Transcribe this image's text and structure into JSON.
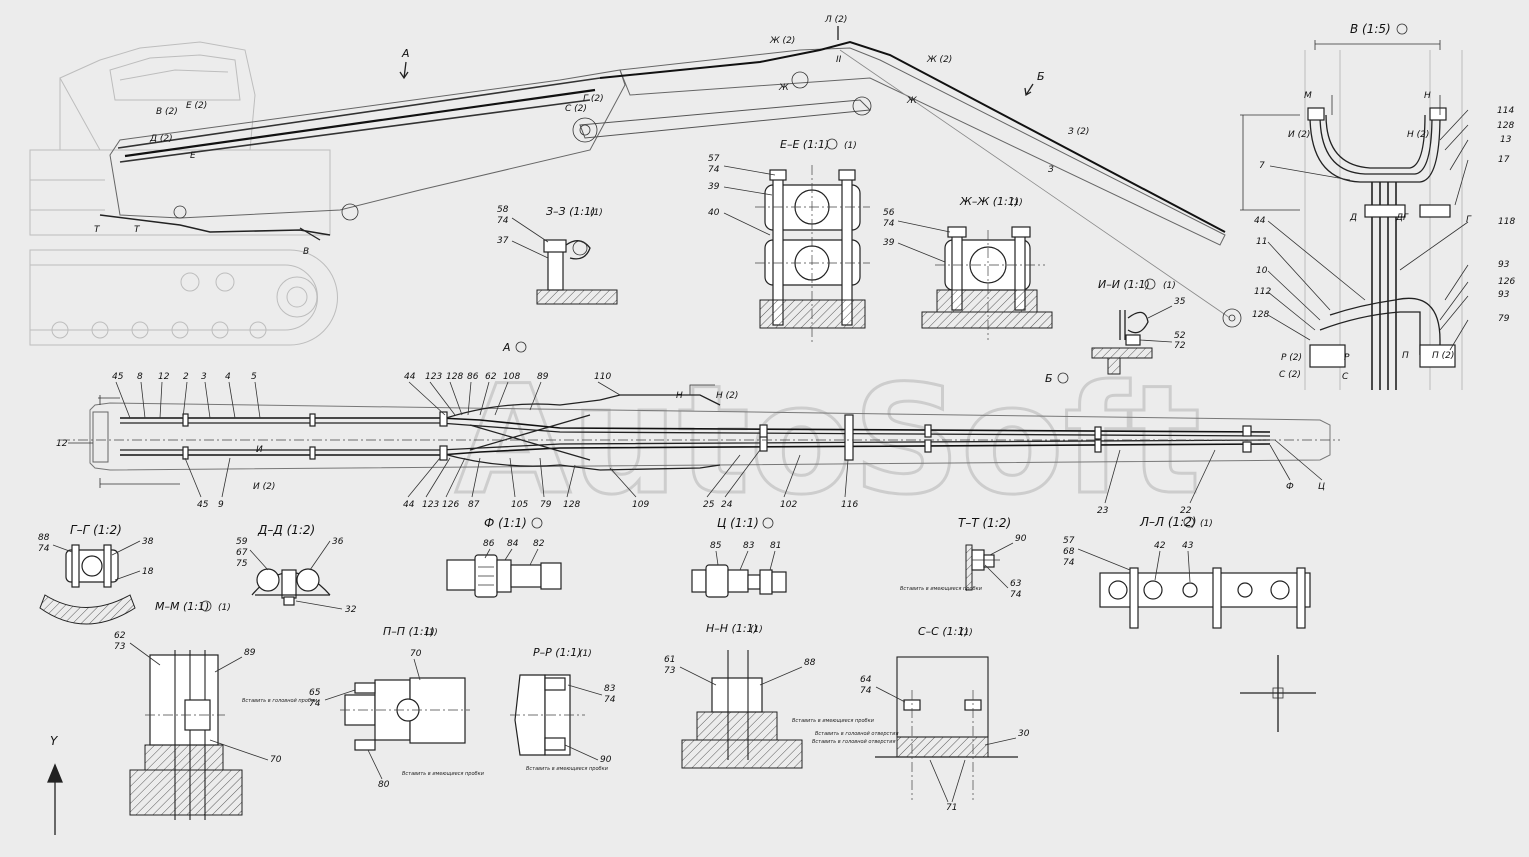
{
  "watermark": "AutoSoft",
  "colors": {
    "background": "#ececec",
    "line": "#222222",
    "ghost": "#bdbdbd",
    "watermark": "#c8c8c8"
  },
  "views": {
    "a": "А",
    "b": "Б",
    "a_circle": "А",
    "b_circle": "Б",
    "v_scale": "В (1:5)"
  },
  "section_titles": {
    "ee": "Е–Е (1:1)",
    "ee_ref": "(1)",
    "zz3": "З–З (1:1)",
    "zz3_ref": "(1)",
    "zhzh": "Ж–Ж (1:1)",
    "zhzh_ref": "(1)",
    "ii": "И–И (1:1)",
    "ii_ref": "(1)",
    "gg": "Г–Г (1:2)",
    "dd": "Д–Д (1:2)",
    "mm": "М–М (1:1)",
    "mm_ref": "(1)",
    "f": "Ф (1:1)",
    "ts": "Ц (1:1)",
    "tt": "Т–Т (1:2)",
    "ll": "Л–Л (1:2)",
    "ll_ref": "(1)",
    "pp": "П–П (1:1)",
    "pp_ref": "(1)",
    "rr": "Р–Р (1:1)",
    "rr_ref": "(1)",
    "nn": "Н–Н (1:1)",
    "nn_ref": "(1)",
    "ss": "С–С (1:1)",
    "ss_ref": "(1)"
  },
  "cut_marks": {
    "l2": "Л (2)",
    "zh2a": "Ж (2)",
    "zh2b": "Ж (2)",
    "zh": "Ж",
    "zh_b": "Ж",
    "z2": "З (2)",
    "z": "З",
    "e2": "Е (2)",
    "e": "Е",
    "v2": "В (2)",
    "d2": "Д (2)",
    "s2": "С (2)",
    "g2": "Г (2)",
    "t": "Т",
    "t2": "Т",
    "v": "В",
    "i": "И",
    "ii": "II",
    "n": "Н",
    "n2": "Н (2)",
    "i2": "И (2)",
    "i_low": "И",
    "m": "М",
    "i2v": "И (2)",
    "nv": "Н",
    "n2v": "Н (2)",
    "d": "Д",
    "dg": "ДГ",
    "g": "Г",
    "r2": "Р (2)",
    "r": "Р",
    "c2": "С (2)",
    "c": "С",
    "p": "П",
    "p2": "П (2)",
    "f": "Ф",
    "ts": "Ц"
  },
  "labels_plan_top": [
    "45",
    "8",
    "12",
    "2",
    "3",
    "4",
    "5",
    "44",
    "123",
    "128",
    "86",
    "62",
    "108",
    "89",
    "110",
    "Н",
    "Н (2)"
  ],
  "labels_plan_bottom": [
    "45",
    "9",
    "44",
    "123",
    "126",
    "87",
    "105",
    "79",
    "128",
    "109",
    "25",
    "24",
    "102",
    "116",
    "23",
    "22"
  ],
  "labels_plan_left": [
    "12"
  ],
  "labels_v": [
    "114",
    "128",
    "13",
    "17",
    "118",
    "93",
    "126",
    "93",
    "79",
    "7",
    "44",
    "11",
    "10",
    "112",
    "128"
  ],
  "labels_ee": [
    "57",
    "74",
    "39",
    "40"
  ],
  "labels_zz3": [
    "58",
    "74",
    "37"
  ],
  "labels_zhzh": [
    "56",
    "74",
    "39"
  ],
  "labels_ii": [
    "35",
    "52",
    "72"
  ],
  "labels_gg": [
    "88",
    "74",
    "38",
    "18"
  ],
  "labels_dd": [
    "59",
    "67",
    "75",
    "36",
    "32"
  ],
  "labels_f": [
    "86",
    "84",
    "82"
  ],
  "labels_ts": [
    "85",
    "83",
    "81"
  ],
  "labels_tt": [
    "90",
    "63",
    "74"
  ],
  "labels_ll": [
    "57",
    "68",
    "74",
    "42",
    "43"
  ],
  "labels_mm": [
    "62",
    "73",
    "89",
    "70"
  ],
  "labels_pp": [
    "70",
    "65",
    "74",
    "80"
  ],
  "labels_rr": [
    "83",
    "74",
    "90"
  ],
  "labels_nn": [
    "61",
    "73",
    "88"
  ],
  "labels_ss": [
    "64",
    "74",
    "30",
    "71"
  ],
  "notes": {
    "mm": "Вставить в головной пробки",
    "pp": "Вставить в имеющиеся пробки",
    "rr": "Вставить в имеющиеся пробки",
    "tt": "Вставить в имеющиеся пробки",
    "nn": "Вставить в имеющиеся пробки",
    "ss1": "Вставить в головной отверстия",
    "ss2": "Вставить в головной отверстия"
  },
  "axis_symbol": "Y"
}
